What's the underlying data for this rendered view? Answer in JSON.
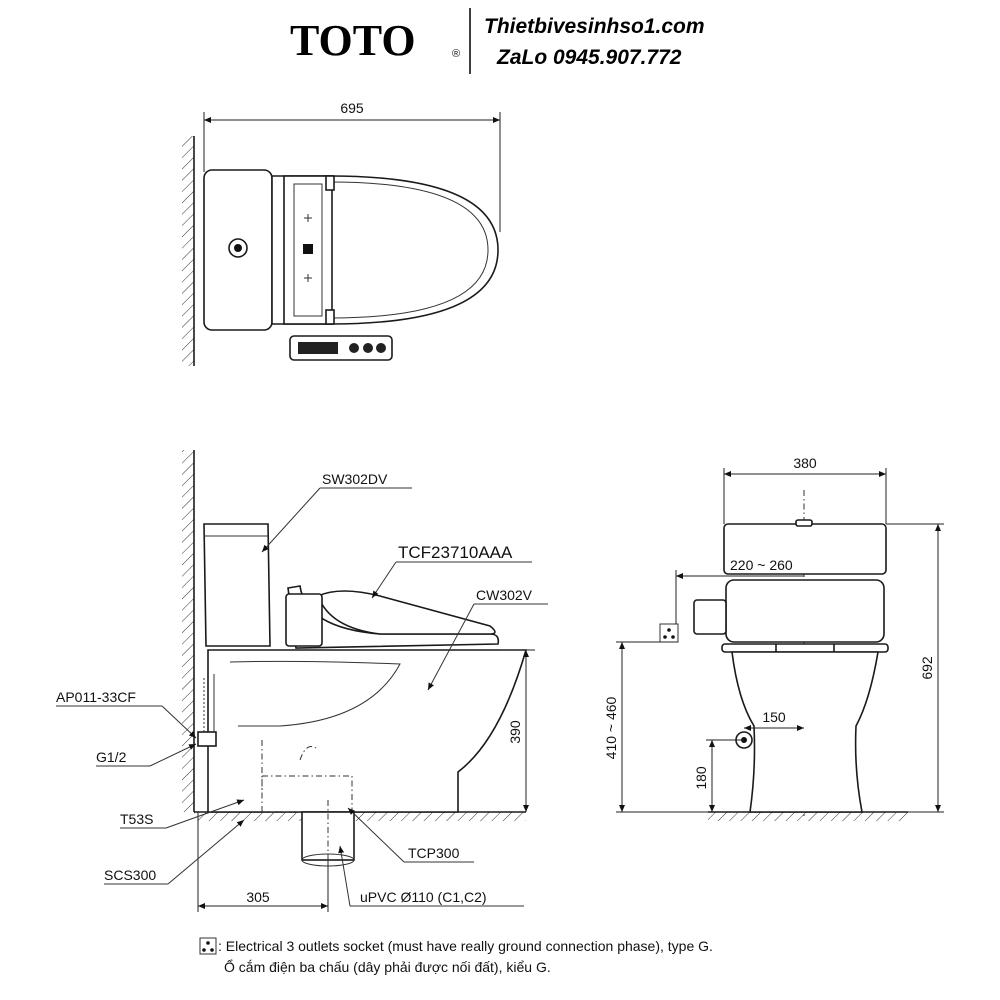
{
  "header": {
    "brand": "TOTO",
    "registered": "®",
    "website": "Thietbivesinhso1.com",
    "contact": "ZaLo 0945.907.772"
  },
  "top_view": {
    "width_dim": "695"
  },
  "side_view": {
    "labels": {
      "tank": "SW302DV",
      "seat": "TCF23710AAA",
      "bowl": "CW302V",
      "valve": "AP011-33CF",
      "thread": "G1/2",
      "bolt": "T53S",
      "seal": "SCS300",
      "adapter": "TCP300",
      "pipe": "uPVC Ø110 (C1,C2)"
    },
    "dims": {
      "height": "390",
      "rough_in": "305"
    }
  },
  "front_view": {
    "dims": {
      "width": "380",
      "outlet_range": "220 ~ 260",
      "socket_height": "410 ~ 460",
      "total_height": "692",
      "supply_offset": "150",
      "supply_height": "180"
    }
  },
  "legend": {
    "line_en": ": Electrical 3 outlets socket (must have really ground connection phase), type G.",
    "line_vi": "Ổ cắm điện ba chấu (dây phải được nối đất), kiểu G."
  }
}
